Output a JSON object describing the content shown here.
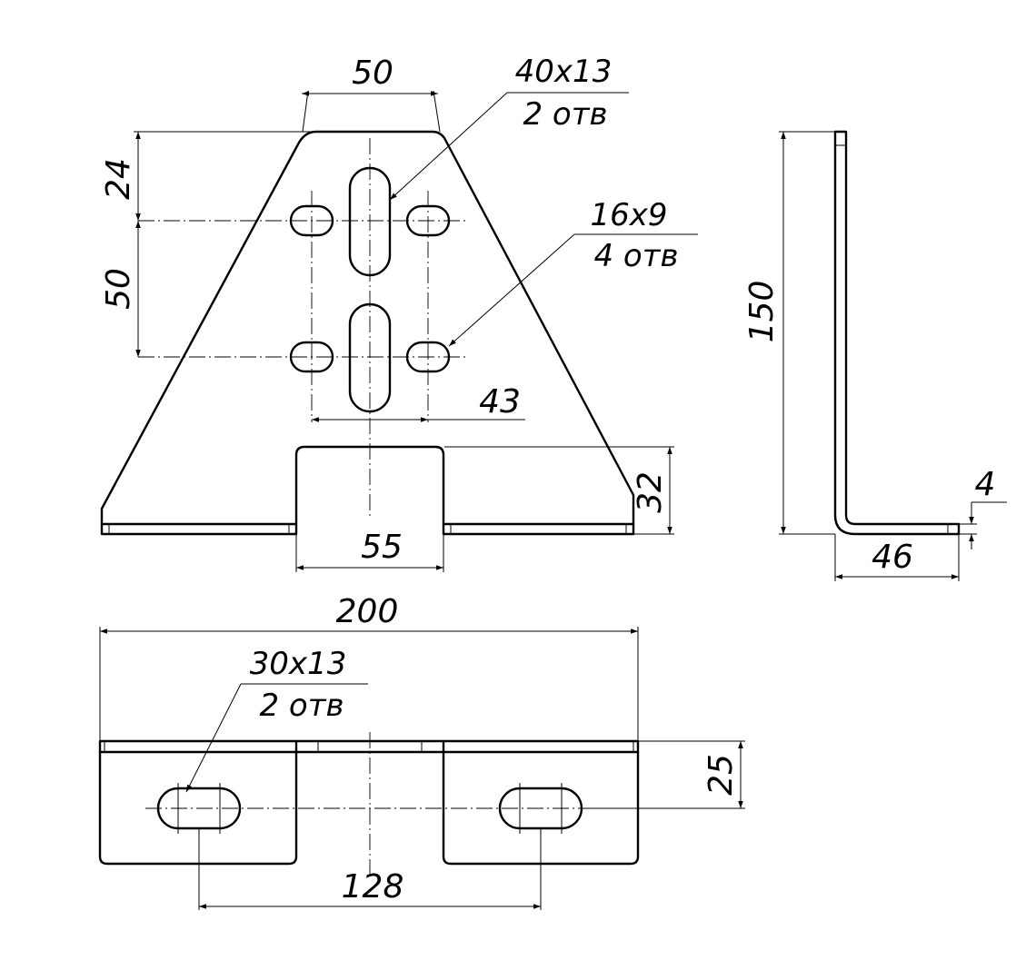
{
  "dimensions": {
    "top_width": "50",
    "dim_24": "24",
    "dim_50": "50",
    "dim_43": "43",
    "dim_32": "32",
    "dim_55": "55",
    "dim_150": "150",
    "dim_4": "4",
    "dim_46": "46",
    "dim_200": "200",
    "dim_25": "25",
    "dim_128": "128"
  },
  "callouts": {
    "large_slot": {
      "size": "40x13",
      "count": "2 отв"
    },
    "small_slot": {
      "size": "16x9",
      "count": "4 отв"
    },
    "base_slot": {
      "size": "30x13",
      "count": "2 отв"
    }
  }
}
